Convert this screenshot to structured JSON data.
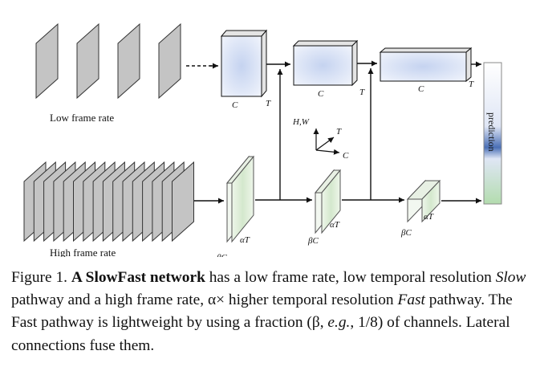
{
  "diagram": {
    "low_frame_rate_label": "Low frame rate",
    "high_frame_rate_label": "High frame rate",
    "prediction_label": "prediction",
    "axes": {
      "hw": "H,W",
      "t": "T",
      "c": "C"
    },
    "slow_block_labels": [
      {
        "c": "C",
        "t": "T"
      },
      {
        "c": "C",
        "t": "T"
      },
      {
        "c": "C",
        "t": "T"
      }
    ],
    "fast_block_labels": [
      {
        "c": "βC",
        "t": "αT"
      },
      {
        "c": "βC",
        "t": "αT"
      },
      {
        "c": "βC",
        "t": "αT"
      }
    ],
    "colors": {
      "frame_fill": "#c4c4c4",
      "slow_block": "#c9d6ee",
      "fast_block": "#d9ead3",
      "prediction_top": "#4a6fb5",
      "prediction_bottom": "#a8d8a0"
    }
  },
  "caption": {
    "label": "Figure 1.",
    "bold": "A SlowFast network",
    "t1": " has a low frame rate, low temporal resolution ",
    "slow": "Slow",
    "t2": " pathway and a high frame rate, α× higher temporal resolution ",
    "fast": "Fast",
    "t3": " pathway. The Fast pathway is lightweight by using a fraction (β, ",
    "eg": "e.g.",
    "t4": ", 1/8) of channels. Lateral connections fuse them."
  }
}
